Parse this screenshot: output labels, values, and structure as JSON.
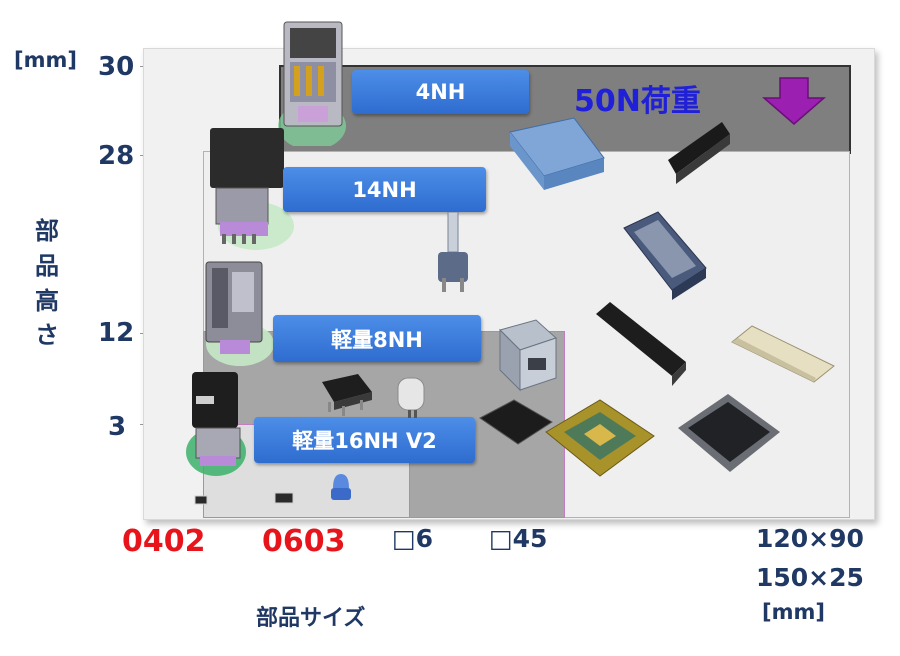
{
  "y_axis": {
    "unit": "[mm]",
    "title_chars": [
      "部",
      "品",
      "高",
      "さ"
    ],
    "ticks": [
      "30",
      "28",
      "12",
      "3"
    ]
  },
  "x_axis": {
    "title": "部品サイズ",
    "ticks": [
      {
        "label": "0402",
        "color": "#e8141c"
      },
      {
        "label": "0603",
        "color": "#e8141c"
      },
      {
        "label": "□6",
        "color": "#1f3864"
      },
      {
        "label": "□45",
        "color": "#1f3864"
      }
    ],
    "max_label_1": "120×90",
    "max_label_2": "150×25",
    "max_unit": "[mm]"
  },
  "heads": [
    {
      "label": "4NH"
    },
    {
      "label": "14NH"
    },
    {
      "label": "軽量8NH"
    },
    {
      "label": "軽量16NH V2"
    }
  ],
  "load_label": "50N荷重",
  "colors": {
    "axis_text": "#1f3864",
    "small_part_text": "#e8141c",
    "head_button": "#2e6ccf",
    "load_text": "#2020d8",
    "arrow": "#9b1fb0"
  }
}
